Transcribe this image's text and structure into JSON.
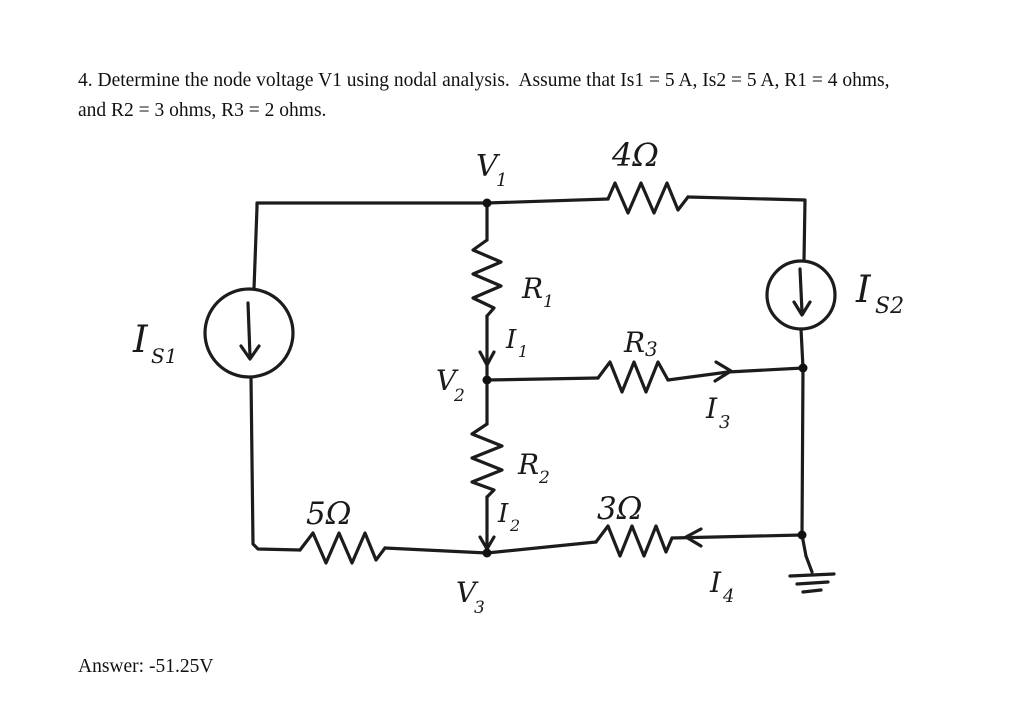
{
  "problem": {
    "line1": "4. Determine the node voltage V1 using nodal analysis.  Assume that Is1 = 5 A, Is2 = 5 A, R1 = 4 ohms,",
    "line2": "and R2 = 3 ohms, R3 = 2 ohms.",
    "answer": "Answer: -51.25V"
  },
  "circuit": {
    "node_v1": {
      "main": "V",
      "sub": "1"
    },
    "node_v2": {
      "main": "V",
      "sub": "2"
    },
    "node_v3": {
      "main": "V",
      "sub": "3"
    },
    "r1": {
      "main": "R",
      "sub": "1"
    },
    "r2": {
      "main": "R",
      "sub": "2"
    },
    "r3": {
      "main": "R",
      "sub": "3"
    },
    "i1": {
      "main": "I",
      "sub": "1"
    },
    "i2": {
      "main": "I",
      "sub": "2"
    },
    "i3": {
      "main": "I",
      "sub": "3"
    },
    "i4": {
      "main": "I",
      "sub": "4"
    },
    "is1": {
      "main": "I",
      "sub": "S1"
    },
    "is2": {
      "main": "I",
      "sub": "S2"
    },
    "value_top_resistor": "4Ω",
    "value_bottom_left_resistor": "5Ω",
    "value_bottom_right_resistor": "3Ω",
    "ink_color": "#1c1c1c"
  }
}
